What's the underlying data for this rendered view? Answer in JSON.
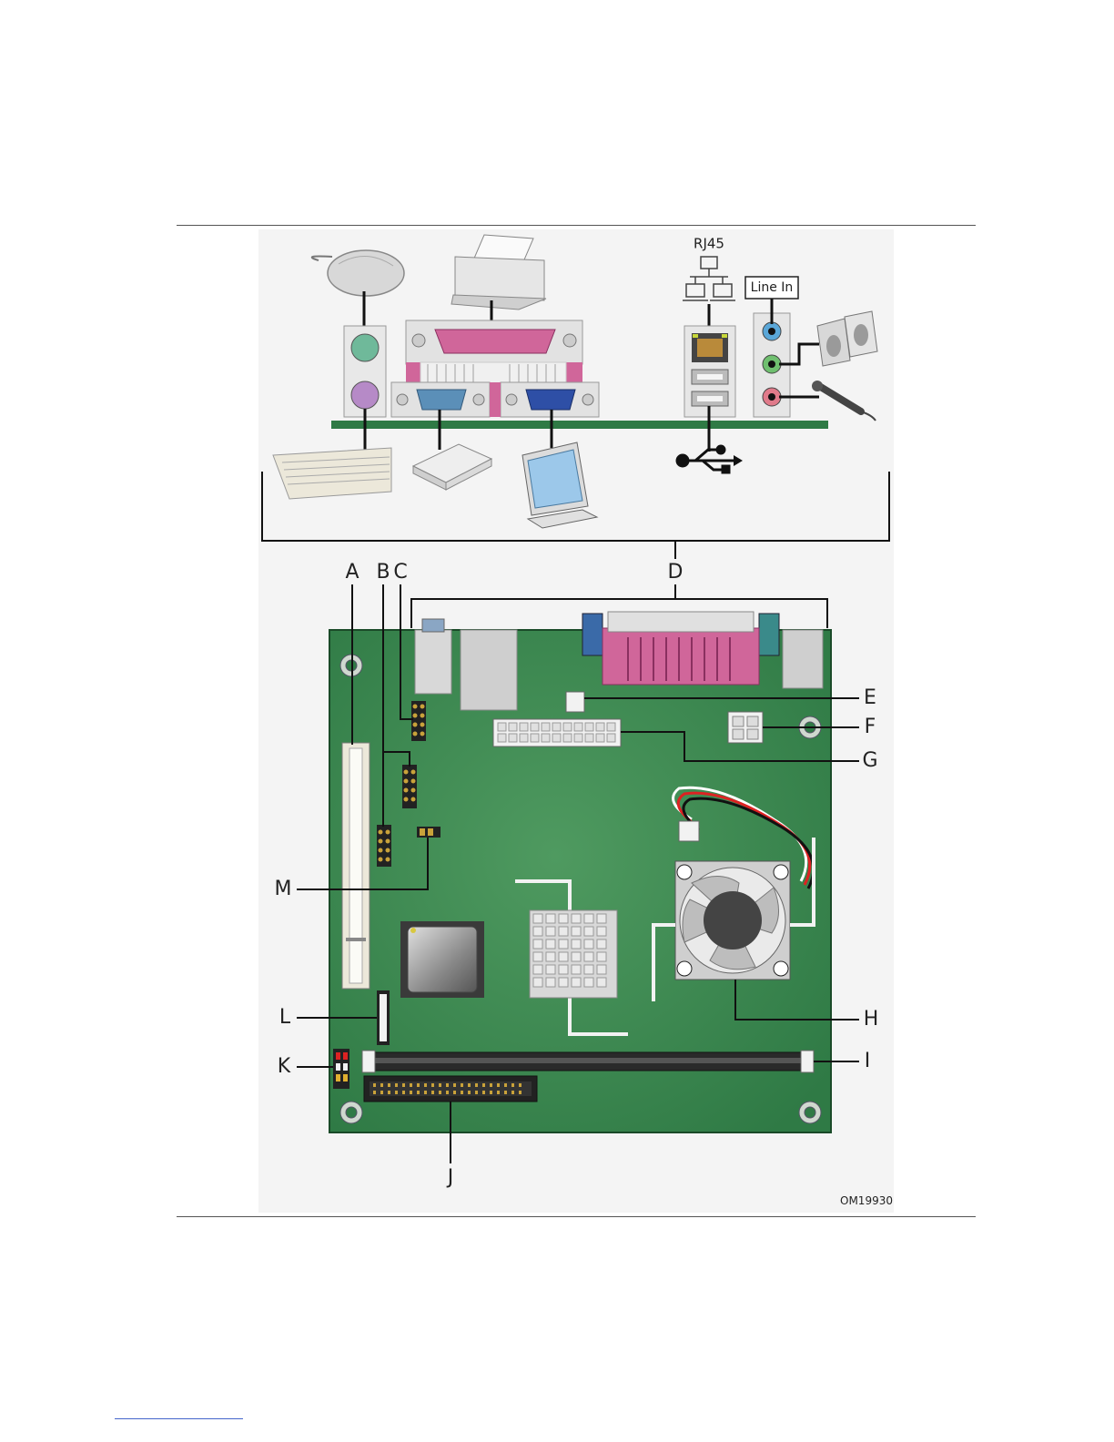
{
  "figure": {
    "top_labels": {
      "rj45": "RJ45",
      "line_in": "Line In"
    },
    "callouts": [
      "A",
      "B",
      "C",
      "D",
      "E",
      "F",
      "G",
      "H",
      "I",
      "J",
      "K",
      "L",
      "M"
    ],
    "figure_id": "OM19930"
  },
  "colors": {
    "board": "#2f7a45",
    "board_light": "#4f9a60",
    "parallel_port": "#d0669a",
    "serial_port": "#5b8fb8",
    "vga_port": "#2e4fa6",
    "ps2_mouse": "#6fb99a",
    "ps2_keyboard": "#b68ac7",
    "audio_line_in": "#5aa7d8",
    "audio_line_out": "#6fbf6f",
    "audio_mic": "#e07a8a",
    "rule": "#555555"
  }
}
